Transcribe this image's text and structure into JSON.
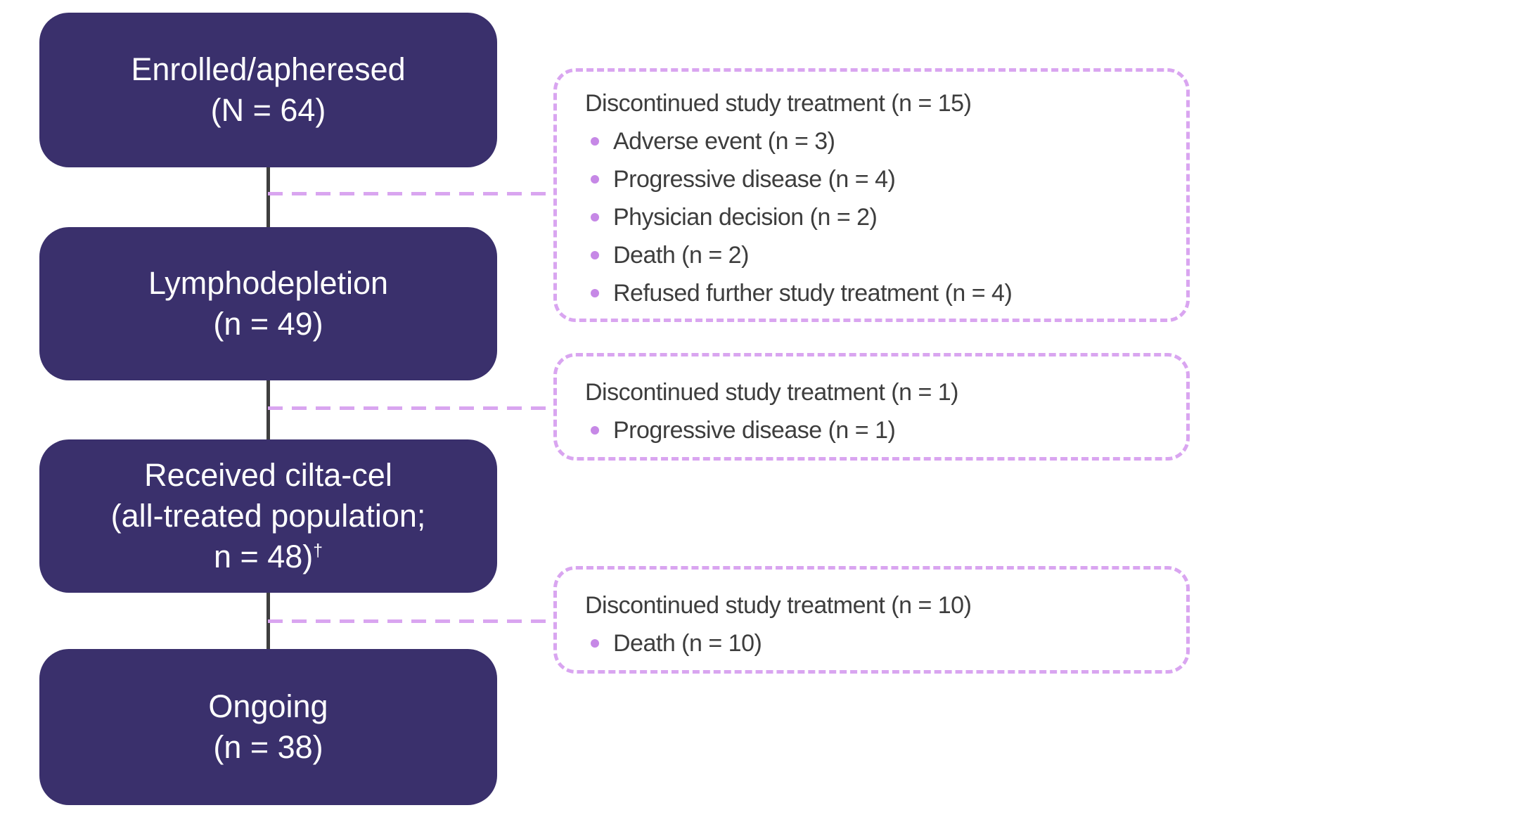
{
  "colors": {
    "box_fill": "#3A306C",
    "box_text": "#FFFFFF",
    "dashed_border": "#D9A5F0",
    "bullet_dot": "#C688E6",
    "side_text": "#3D3D3D",
    "connector": "#3F3F3F",
    "background": "#FFFFFF"
  },
  "flow": [
    {
      "lines": [
        "Enrolled/apheresed",
        "(N = 64)"
      ]
    },
    {
      "lines": [
        "Lymphodepletion",
        "(n = 49)"
      ]
    },
    {
      "lines": [
        "Received cilta-cel",
        "(all-treated population;",
        "n = 48)"
      ],
      "dagger": "†"
    },
    {
      "lines": [
        "Ongoing",
        "(n = 38)"
      ]
    }
  ],
  "side": [
    {
      "title": "Discontinued study treatment (n = 15)",
      "bullets": [
        "Adverse event (n = 3)",
        "Progressive disease (n = 4)",
        "Physician decision (n = 2)",
        "Death (n = 2)",
        "Refused further study treatment (n = 4)"
      ]
    },
    {
      "title": "Discontinued study treatment (n = 1)",
      "bullets": [
        "Progressive disease (n = 1)"
      ]
    },
    {
      "title": "Discontinued study treatment (n = 10)",
      "bullets": [
        "Death (n = 10)"
      ]
    }
  ]
}
